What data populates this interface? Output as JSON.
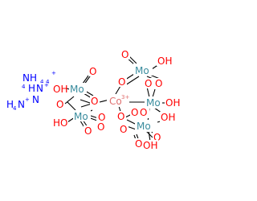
{
  "colors": {
    "mo": "#3a8c9e",
    "o": "#ff0000",
    "co": "#e07070",
    "n": "#0000ff",
    "bond": "#000000"
  },
  "labels": {
    "mo": "Mo",
    "o": "O",
    "oh": "OH",
    "ho": "HO",
    "co": "Co",
    "co_charge": "3+",
    "nh4": "NH",
    "h4n": "H",
    "n": "N",
    "sub4": "4",
    "plus": "+"
  }
}
